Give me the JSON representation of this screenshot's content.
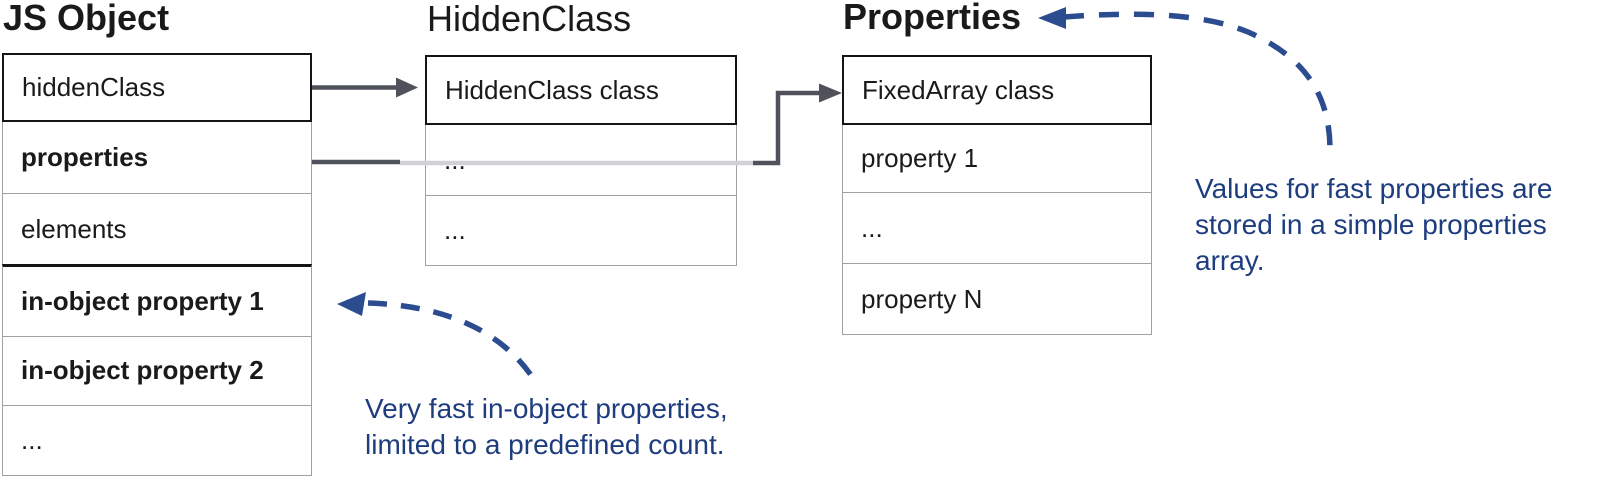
{
  "colors": {
    "blue-text": "#1e3d7e",
    "blue-arrow": "#2c4c90",
    "arrow-gray": "#4f525a",
    "arrow-gray-light": "#d2d2d6",
    "border-gray": "#9fa0a6",
    "border-black": "#141414"
  },
  "diagram": {
    "jsObject": {
      "title": "JS Object",
      "rows": [
        "hiddenClass",
        "properties",
        "elements",
        "in-object property 1",
        "in-object property 2",
        "..."
      ]
    },
    "hiddenClass": {
      "title": "HiddenClass",
      "rows": [
        "HiddenClass class",
        "...",
        "..."
      ]
    },
    "properties": {
      "title": "Properties",
      "rows": [
        "FixedArray class",
        "property 1",
        "...",
        "property N"
      ]
    },
    "annotations": {
      "inObject": {
        "line1": "Very fast in-object properties,",
        "line2": "limited to a predefined count."
      },
      "fastProps": {
        "line1": "Values for fast properties are",
        "line2": "stored in a simple properties",
        "line3": "array."
      }
    }
  }
}
